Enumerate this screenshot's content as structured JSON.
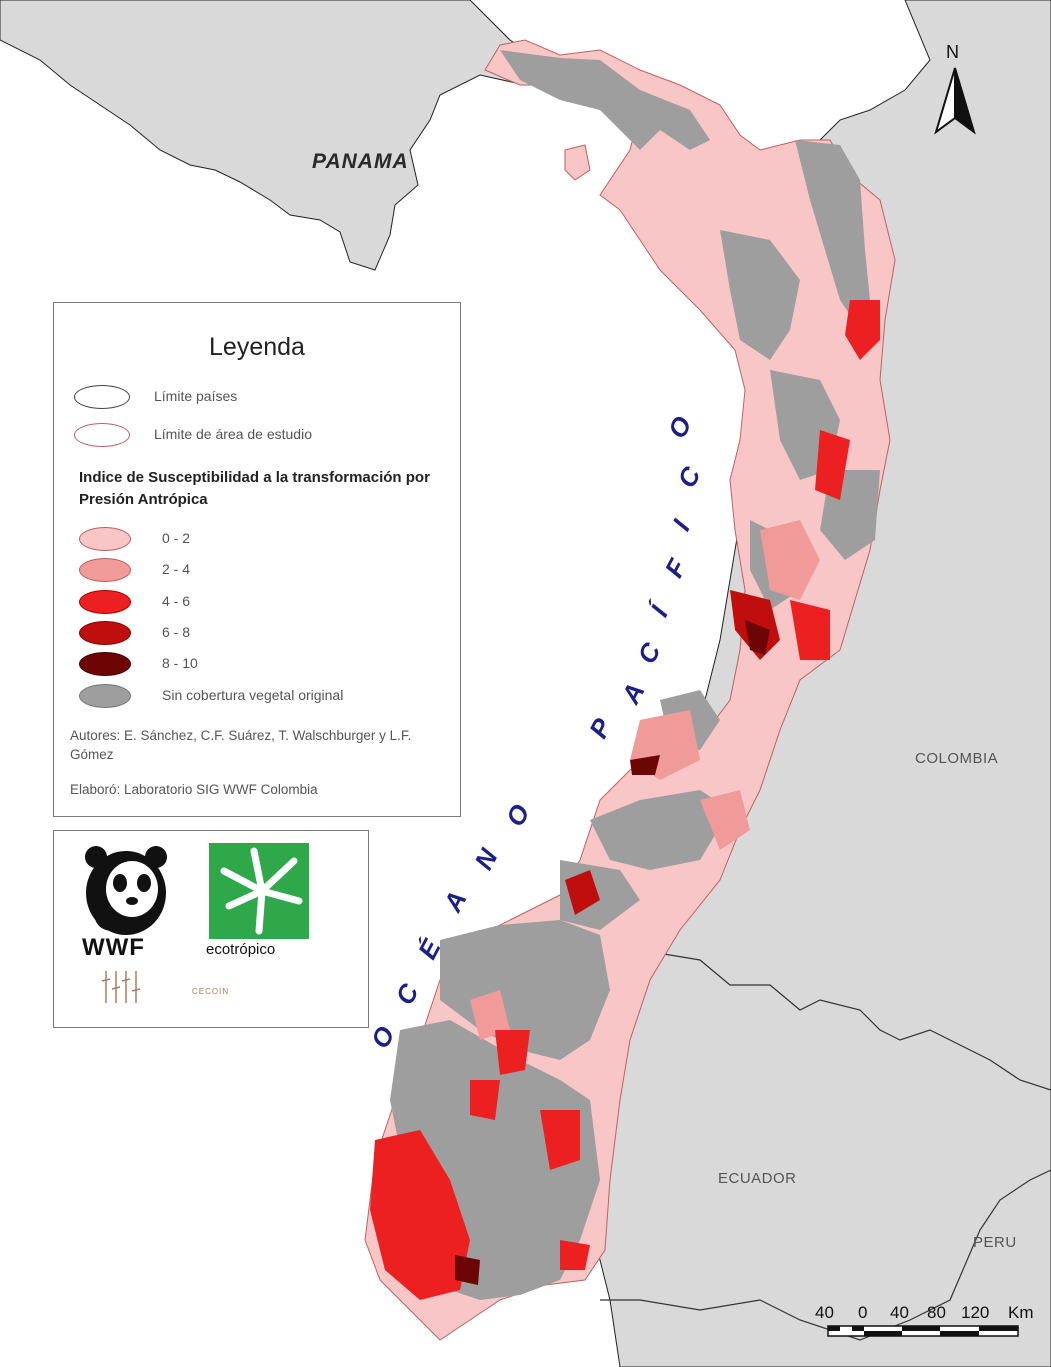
{
  "map": {
    "countries": {
      "panama": "PANAMA",
      "colombia": "COLOMBIA",
      "ecuador": "ECUADOR",
      "peru": "PERU"
    },
    "ocean_letters": [
      "O",
      "C",
      "É",
      "A",
      "N",
      "O",
      "P",
      "A",
      "C",
      "Í",
      "F",
      "I",
      "C",
      "O"
    ],
    "north_label": "N",
    "scale": {
      "labels": [
        "40",
        "0",
        "40",
        "80",
        "120"
      ],
      "unit": "Km"
    },
    "colors": {
      "land": "#d9d9d9",
      "sea": "#ffffff",
      "no_cover": "#9e9e9e",
      "class_0_2": "#f8c6c6",
      "class_2_4": "#f09a9a",
      "class_4_6": "#ec2020",
      "class_6_8": "#c00e0e",
      "class_8_10": "#6e0505"
    }
  },
  "legend": {
    "title": "Leyenda",
    "boundary_items": [
      {
        "label": "Límite países"
      },
      {
        "label": "Límite de área de estudio"
      }
    ],
    "index_title": "Indice de Susceptibilidad a la transformación por Presión Antrópica",
    "classes": [
      {
        "label": "0 - 2",
        "color": "#f8c6c6"
      },
      {
        "label": "2 - 4",
        "color": "#f09a9a"
      },
      {
        "label": "4 - 6",
        "color": "#ec2020"
      },
      {
        "label": "6 - 8",
        "color": "#c00e0e"
      },
      {
        "label": "8 - 10",
        "color": "#6e0505"
      },
      {
        "label": "Sin cobertura vegetal original",
        "color": "#9e9e9e"
      }
    ],
    "authors": "Autores: E. Sánchez,  C.F. Suárez,  T. Walschburger y L.F. Gómez",
    "credit": "Elaboró: Laboratorio SIG WWF Colombia"
  },
  "logos": {
    "wwf": "WWF",
    "eco": "ecotrópico",
    "cecoin": "CECOIN"
  }
}
